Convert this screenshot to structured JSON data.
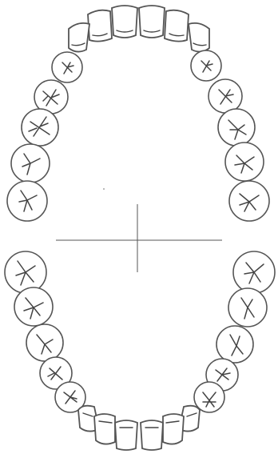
{
  "diagram": {
    "arches": [
      {
        "name": "upper",
        "teeth": 16
      },
      {
        "name": "lower",
        "teeth": 16
      }
    ],
    "colors": {
      "outline": "#555555",
      "fissure": "#444444",
      "background": "#ffffff"
    }
  }
}
